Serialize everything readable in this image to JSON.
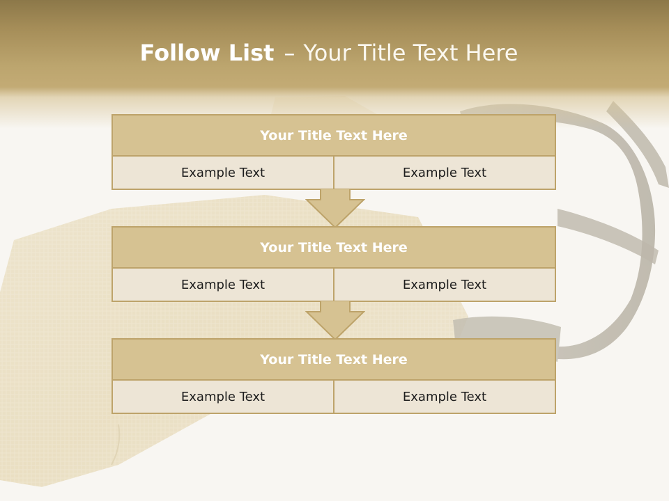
{
  "slide": {
    "title_bold": "Follow List",
    "title_separator": "–",
    "title_rest": "Your Title Text Here"
  },
  "steps": [
    {
      "title": "Your Title Text Here",
      "cells": [
        "Example Text",
        "Example Text"
      ]
    },
    {
      "title": "Your Title Text Here",
      "cells": [
        "Example Text",
        "Example Text"
      ]
    },
    {
      "title": "Your Title Text Here",
      "cells": [
        "Example Text",
        "Example Text"
      ]
    }
  ],
  "colors": {
    "header_top": "#8c7849",
    "header_bottom": "#c3ab75",
    "box_title_fill": "#d6c292",
    "box_cell_fill": "#ede5d6",
    "border": "#bda36a",
    "arrow_fill": "#d6c292"
  },
  "icons": {
    "connector": "down-arrow-icon"
  }
}
